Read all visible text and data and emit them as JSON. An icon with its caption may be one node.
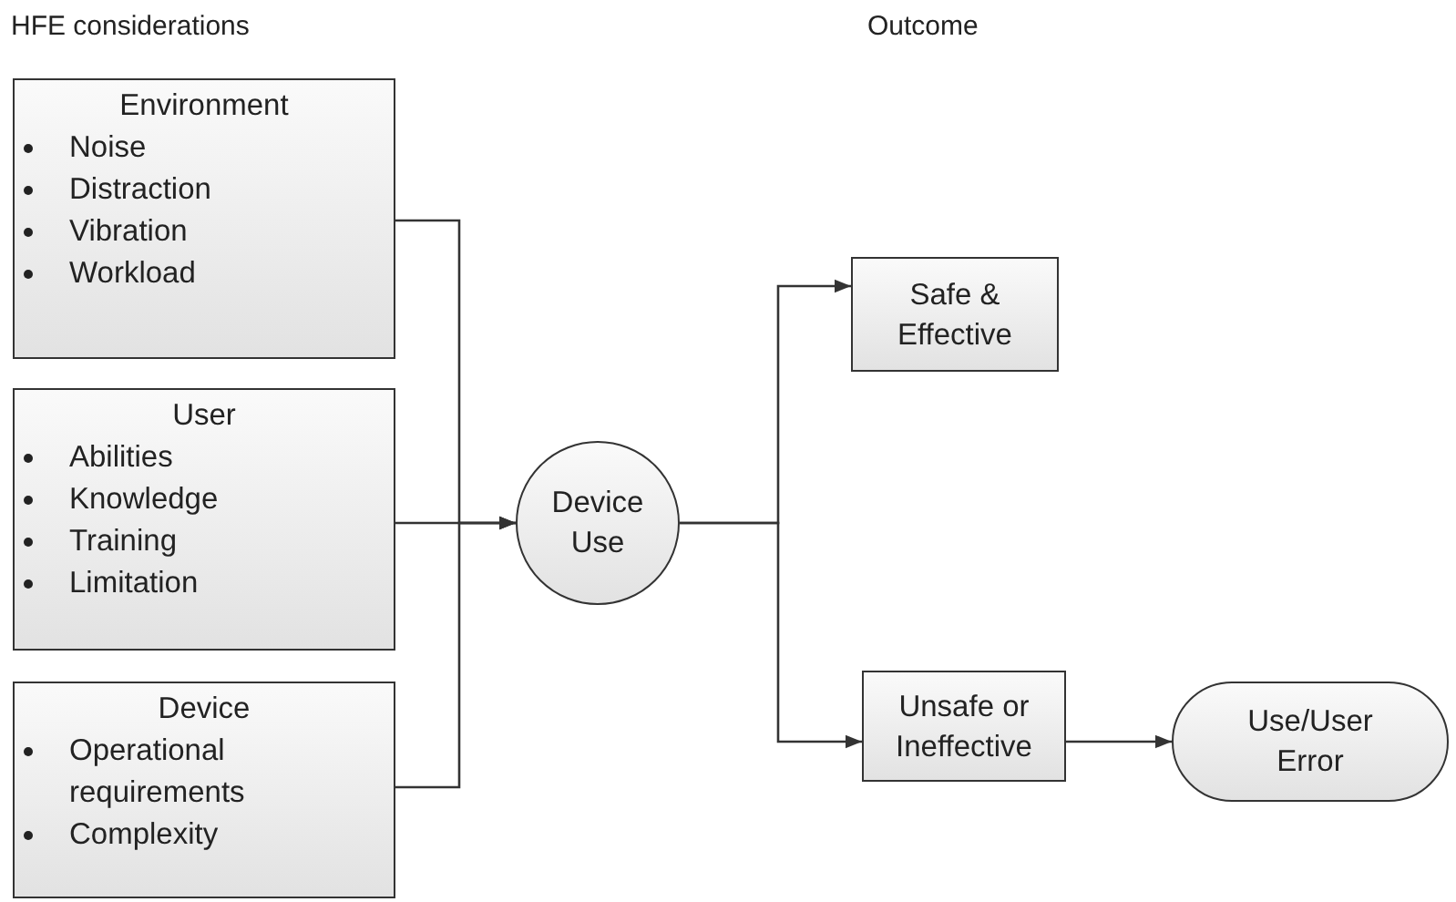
{
  "diagram": {
    "nodes": [
      {
        "text": [
          "Environment",
          "Noise",
          "Distraction",
          "Vibration",
          "Workload"
        ]
      },
      {
        "text": [
          "User",
          "Abilities",
          "Knowledge",
          "Training",
          "Limitation"
        ]
      },
      {
        "text": [
          "Device",
          "Operational requirements",
          "Complexity"
        ]
      },
      {
        "text": [
          "Device Use"
        ]
      },
      {
        "text": [
          "Safe & Effective"
        ]
      },
      {
        "text": [
          "Unsafe or Ineffective"
        ]
      },
      {
        "text": [
          "Use/User Error"
        ]
      }
    ],
    "edges": [
      {
        "from": 0,
        "to": 3,
        "arrow": "to"
      },
      {
        "from": 1,
        "to": 3,
        "arrow": "to"
      },
      {
        "from": 2,
        "to": 3,
        "arrow": "to"
      },
      {
        "from": 3,
        "to": 4,
        "arrow": "to"
      },
      {
        "from": 3,
        "to": 5,
        "arrow": "to"
      },
      {
        "from": 5,
        "to": 6,
        "arrow": "to"
      }
    ],
    "labels": [
      "HFE considerations",
      "Outcome"
    ]
  }
}
